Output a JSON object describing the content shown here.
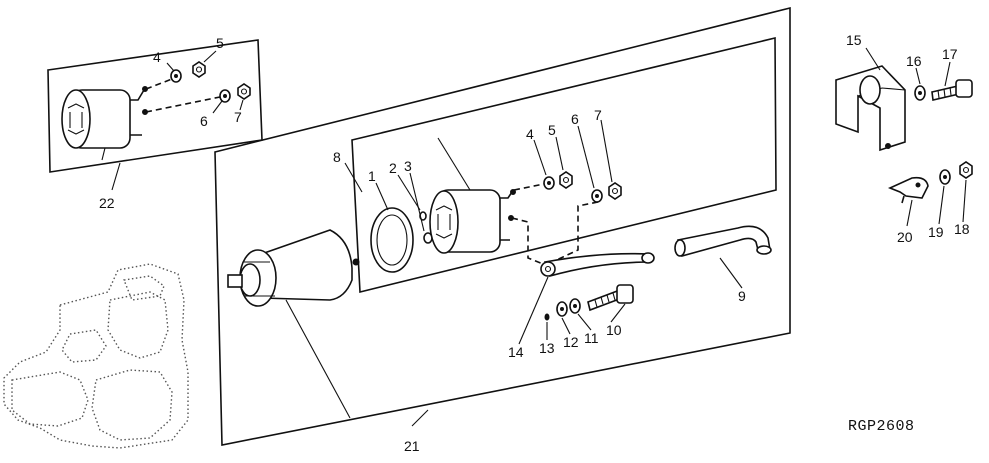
{
  "figure_code": "RGP2608",
  "callouts": [
    "1",
    "2",
    "3",
    "4",
    "5",
    "6",
    "7",
    "8",
    "9",
    "10",
    "11",
    "12",
    "13",
    "14",
    "15",
    "16",
    "17",
    "18",
    "19",
    "20",
    "21",
    "22"
  ],
  "parts": {
    "solenoid_kit_22": {
      "callouts": [
        "4",
        "5",
        "6",
        "7",
        "22"
      ]
    },
    "starter_assembly_21": {
      "callouts": [
        "8",
        "9",
        "10",
        "11",
        "12",
        "13",
        "14",
        "21"
      ]
    },
    "solenoid_8": {
      "callouts": [
        "1",
        "2",
        "3",
        "4",
        "5",
        "6",
        "7",
        "8"
      ]
    },
    "bracket_15": {
      "callouts": [
        "15",
        "16",
        "17"
      ]
    },
    "clip_20": {
      "callouts": [
        "18",
        "19",
        "20"
      ]
    }
  }
}
